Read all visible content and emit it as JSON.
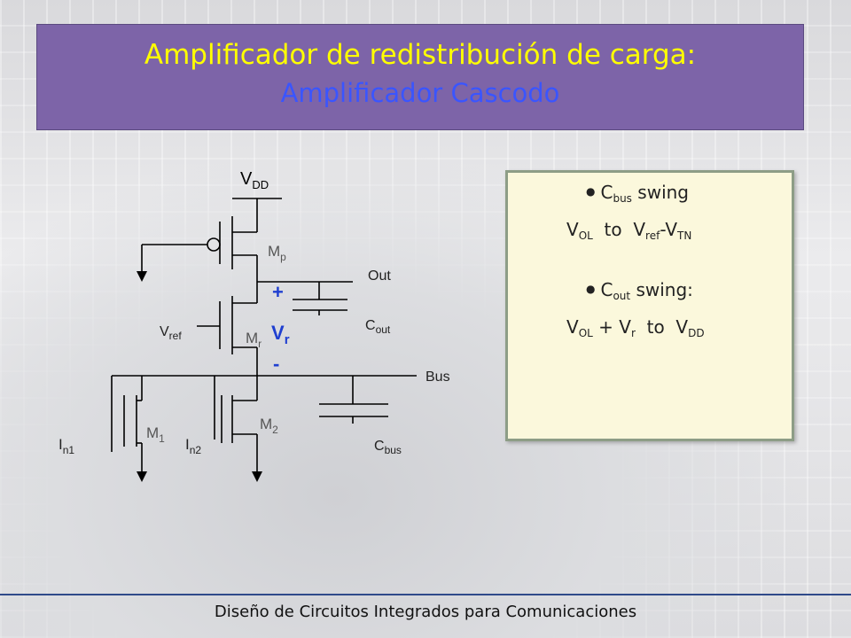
{
  "title": {
    "line1": "Amplificador de redistribución de carga:",
    "line2": "Amplificador Cascodo"
  },
  "circuit_labels": {
    "vdd_main": "V",
    "vdd_sub": "DD",
    "mp_main": "M",
    "mp_sub": "p",
    "out": "Out",
    "plus": "+",
    "minus": "-",
    "cout_main": "C",
    "cout_sub": "out",
    "vref_main": "V",
    "vref_sub": "ref",
    "mr_main": "M",
    "mr_sub": "r",
    "vr_main": "V",
    "vr_sub": "r",
    "bus": "Bus",
    "m1_main": "M",
    "m1_sub": "1",
    "m2_main": "M",
    "m2_sub": "2",
    "in1_main": "I",
    "in1_sub": "n1",
    "in2_main": "I",
    "in2_sub": "n2",
    "cbus_main": "C",
    "cbus_sub": "bus"
  },
  "notes": {
    "bullet1": {
      "a": "C",
      "a_sub": "bus",
      "b": " swing"
    },
    "eq1": {
      "v1": "V",
      "v1_sub": "OL",
      "mid": "  to  V",
      "v2_sub": "ref",
      "dash": "-V",
      "v3_sub": "TN"
    },
    "bullet2": {
      "a": "C",
      "a_sub": "out",
      "b": " swing:"
    },
    "eq2": {
      "v1": "V",
      "v1_sub": "OL",
      "p": " + V",
      "p_sub": "r",
      "to": "  to  V",
      "to_sub": "DD"
    }
  },
  "footer": "Diseño de Circuitos Integrados para Comunicaciones",
  "colors": {
    "title_bg": "#7d64a8",
    "title_line1": "#ffff00",
    "title_line2": "#3a55ff",
    "label_blue": "#1f3fd0",
    "note_bg": "#fbf8dc"
  }
}
